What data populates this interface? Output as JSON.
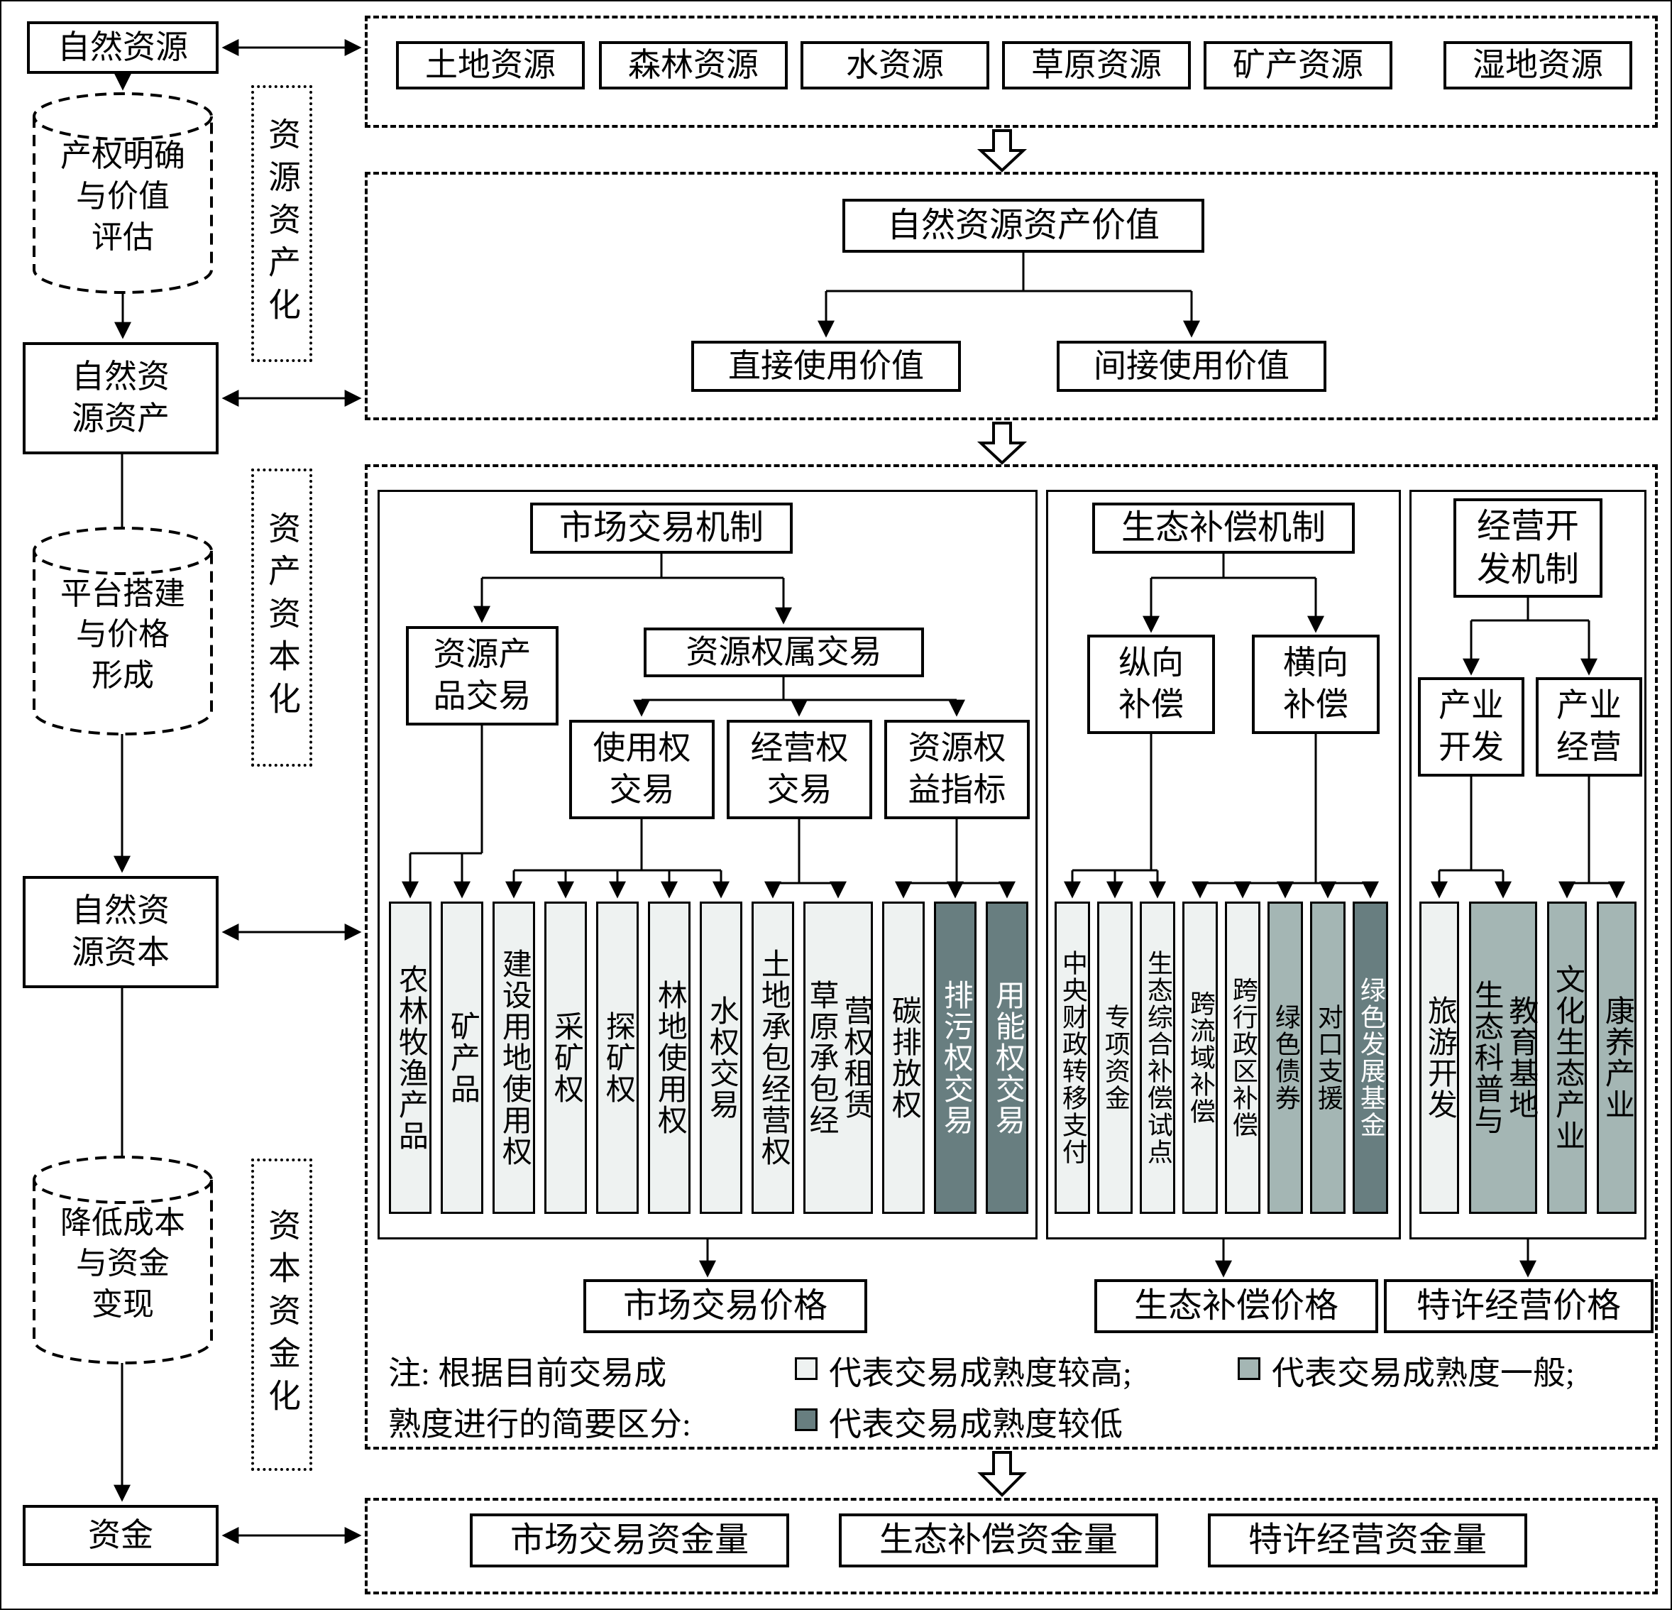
{
  "left_chain": {
    "natural_resources": "自然资源",
    "rights_valuation": "产权明确\n与价值\n评估",
    "assets": "自然资\n源资产",
    "platform_pricing": "平台搭建\n与价格\n形成",
    "capital": "自然资\n源资本",
    "cost_monetize": "降低成本\n与资金\n变现",
    "funds": "资金"
  },
  "phases": {
    "assetization": "资源资产化",
    "capitalization": "资产资本化",
    "monetization": "资本资金化"
  },
  "resources": {
    "items": [
      {
        "label": "土地资源"
      },
      {
        "label": "森林资源"
      },
      {
        "label": "水资源"
      },
      {
        "label": "草原资源"
      },
      {
        "label": "矿产资源"
      },
      {
        "label": "湿地资源"
      }
    ]
  },
  "value": {
    "root": "自然资源资产价值",
    "direct": "直接使用价值",
    "indirect": "间接使用价值"
  },
  "market": {
    "title": "市场交易机制",
    "product": "资源产\n品交易",
    "rights": "资源权属交易",
    "use_rights": "使用权\n交易",
    "oper_rights": "经营权\n交易",
    "equity_index": "资源权\n益指标",
    "items": [
      {
        "label": "农林牧渔产品",
        "maturity": "high"
      },
      {
        "label": "矿产品",
        "maturity": "high"
      },
      {
        "label": "建设用地使用权",
        "maturity": "high"
      },
      {
        "label": "采矿权",
        "maturity": "high"
      },
      {
        "label": "探矿权",
        "maturity": "high"
      },
      {
        "label": "林地使用权",
        "maturity": "high"
      },
      {
        "label": "水权交易",
        "maturity": "high"
      },
      {
        "label": "土地承包经营权",
        "maturity": "high"
      },
      {
        "label": "草原承包经\n营权租赁",
        "maturity": "high"
      },
      {
        "label": "碳排放权",
        "maturity": "high"
      },
      {
        "label": "排污权交易",
        "maturity": "low"
      },
      {
        "label": "用能权交易",
        "maturity": "low"
      }
    ],
    "price": "市场交易价格",
    "fund": "市场交易资金量"
  },
  "eco": {
    "title": "生态补偿机制",
    "vertical": "纵向\n补偿",
    "horizontal": "横向\n补偿",
    "items": [
      {
        "label": "中央财政转移支付",
        "maturity": "high"
      },
      {
        "label": "专项资金",
        "maturity": "high"
      },
      {
        "label": "生态综合补偿试点",
        "maturity": "high"
      },
      {
        "label": "跨流域补偿",
        "maturity": "high"
      },
      {
        "label": "跨行政区补偿",
        "maturity": "high"
      },
      {
        "label": "绿色债券",
        "maturity": "mid"
      },
      {
        "label": "对口支援",
        "maturity": "mid"
      },
      {
        "label": "绿色发展基金",
        "maturity": "low"
      }
    ],
    "price": "生态补偿价格",
    "fund": "生态补偿资金量"
  },
  "oper": {
    "title": "经营开\n发机制",
    "develop": "产业\n开发",
    "operate": "产业\n经营",
    "items": [
      {
        "label": "旅游开发",
        "maturity": "high"
      },
      {
        "label": "生态科普与\n教育基地",
        "maturity": "mid"
      },
      {
        "label": "文化生态产业",
        "maturity": "mid"
      },
      {
        "label": "康养产业",
        "maturity": "mid"
      }
    ],
    "price": "特许经营价格",
    "fund": "特许经营资金量"
  },
  "legend": {
    "note_line1": "注: 根据目前交易成",
    "note_line2": "熟度进行的简要区分:",
    "high": "代表交易成熟度较高;",
    "mid": "代表交易成熟度一般;",
    "low": "代表交易成熟度较低"
  },
  "colors": {
    "high": "#eef2f1",
    "mid": "#a4b6b4",
    "low": "#687e80"
  }
}
